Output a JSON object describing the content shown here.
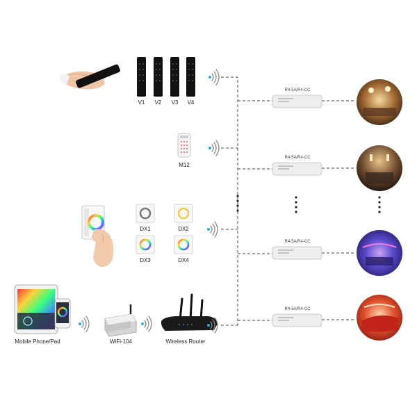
{
  "remotes": {
    "v_labels": [
      "V1",
      "V2",
      "V3",
      "V4"
    ],
    "m12_label": "M12",
    "dx_labels": [
      "DX1",
      "DX2",
      "DX3",
      "DX4"
    ]
  },
  "network": {
    "phone_label": "Mobile Phone/Pad",
    "wifi_label": "WiFi-104",
    "router_label": "Wireless Router"
  },
  "receivers": {
    "labels": [
      "R4-5A/R4-CC",
      "R4-5A/R4-CC",
      "R4-5A/R4-CC",
      "R4-5A/R4-CC"
    ]
  },
  "colors": {
    "wire": "#444444",
    "signal_dot": "#29a9e0",
    "remote_body": "#111111",
    "receiver_body": "#eeeeee",
    "router_body": "#1a1a1a"
  },
  "icons": [
    "hand-holding-remote",
    "wall-panel-with-hand",
    "tablet-and-phone",
    "wifi-signal-icon",
    "room-scene-photo"
  ]
}
